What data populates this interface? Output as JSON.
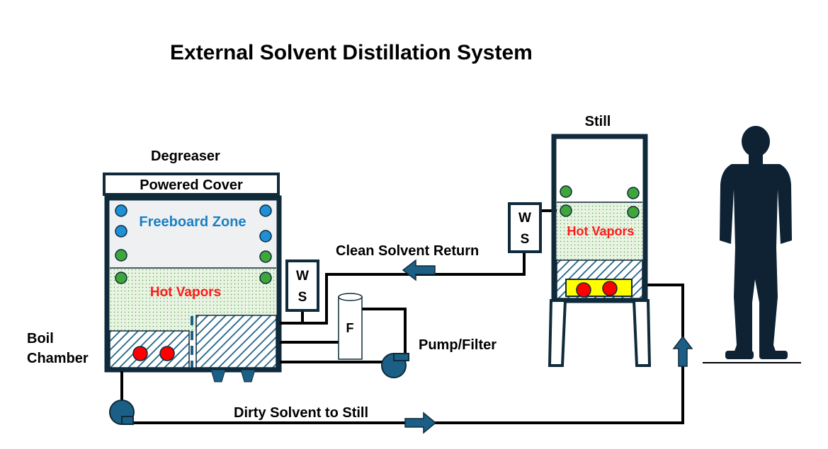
{
  "title": "External Solvent Distillation System",
  "degreaser": {
    "label": "Degreaser",
    "cover_label": "Powered Cover",
    "freeboard_label": "Freeboard Zone",
    "vapor_label": "Hot Vapors",
    "water_separator": {
      "top": "W",
      "bottom": "S"
    }
  },
  "still": {
    "label": "Still",
    "vapor_label": "Hot Vapors",
    "water_separator": {
      "top": "W",
      "bottom": "S"
    }
  },
  "boil_chamber": {
    "line1": "Boil",
    "line2": "Chamber"
  },
  "filter_label": "F",
  "pump_filter_label": "Pump/Filter",
  "clean_return_label": "Clean Solvent Return",
  "dirty_to_still_label": "Dirty Solvent to Still",
  "colors": {
    "dark": "#0f2a3a",
    "pipe": "#000000",
    "arrow": "#1c5f86",
    "freeboard_text": "#1a7fc2",
    "vapor_text": "#ff1a1a",
    "blue_coil": "#1e90d8",
    "green_coil": "#3fa63a",
    "heater": "#ff0000",
    "heater_box": "#ffff00",
    "vapor_fill": "#e8f4e2",
    "freeboard_fill": "#eef0f2"
  }
}
